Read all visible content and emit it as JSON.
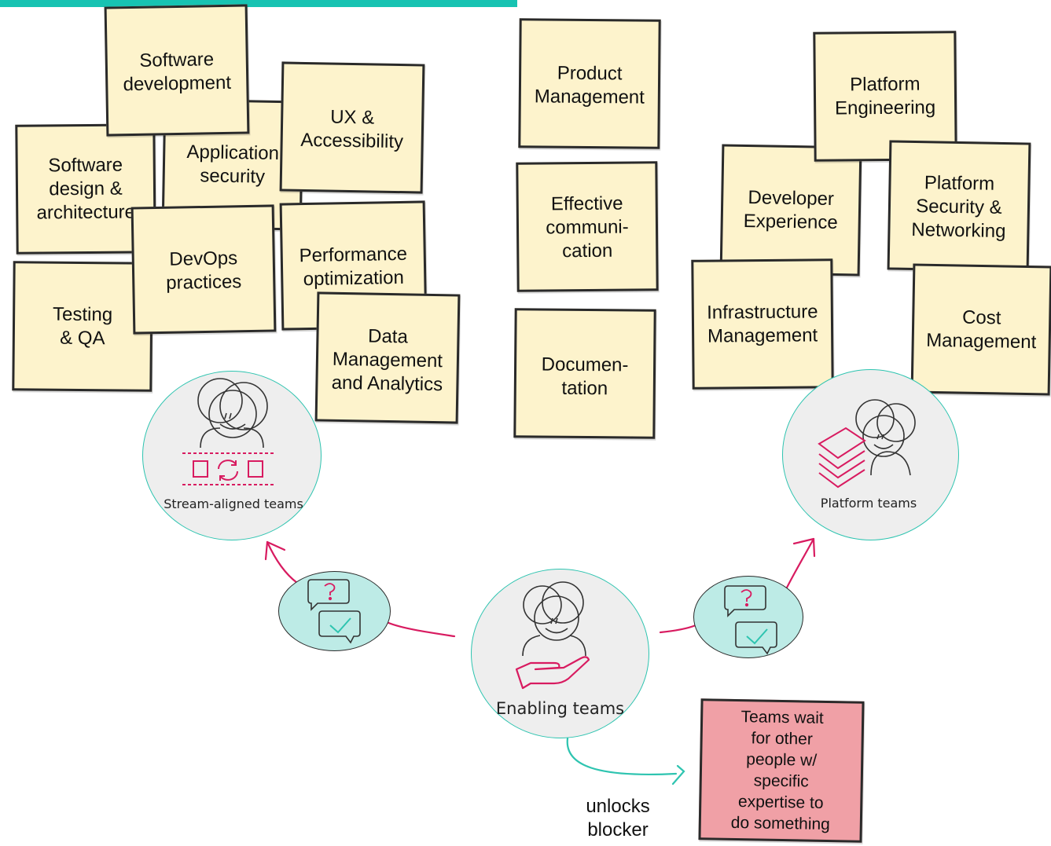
{
  "colors": {
    "accent": "#17c3b2",
    "sticky": "#fdf3cc",
    "warning": "#f0a0a6",
    "magenta": "#d81b60"
  },
  "stream_aligned": {
    "label": "Stream-aligned teams",
    "notes": {
      "application_security": "Application\nsecurity",
      "software_design": "Software\ndesign &\narchitecture",
      "software_development": "Software\ndevelopment",
      "ux_accessibility": "UX &\nAccessibility",
      "performance": "Performance\noptimization",
      "testing": "Testing\n& QA",
      "devops": "DevOps\npractices",
      "data_management": "Data\nManagement\nand Analytics"
    }
  },
  "enabling": {
    "label": "Enabling teams",
    "notes": {
      "product_management": "Product\nManagement",
      "communication": "Effective\ncommuni-\ncation",
      "documentation": "Documen-\ntation"
    }
  },
  "platform": {
    "label": "Platform teams",
    "notes": {
      "platform_engineering": "Platform\nEngineering",
      "developer_experience": "Developer\nExperience",
      "platform_security": "Platform\nSecurity &\nNetworking",
      "infrastructure": "Infrastructure\nManagement",
      "cost": "Cost\nManagement"
    }
  },
  "blocker": {
    "note": "Teams wait\nfor other\npeople w/\nspecific\nexpertise to\ndo something",
    "label": "unlocks\nblocker"
  },
  "icons": [
    "question-bubble-icon",
    "check-bubble-icon",
    "people-icon",
    "hand-icon",
    "stack-icon",
    "cycle-icon"
  ]
}
